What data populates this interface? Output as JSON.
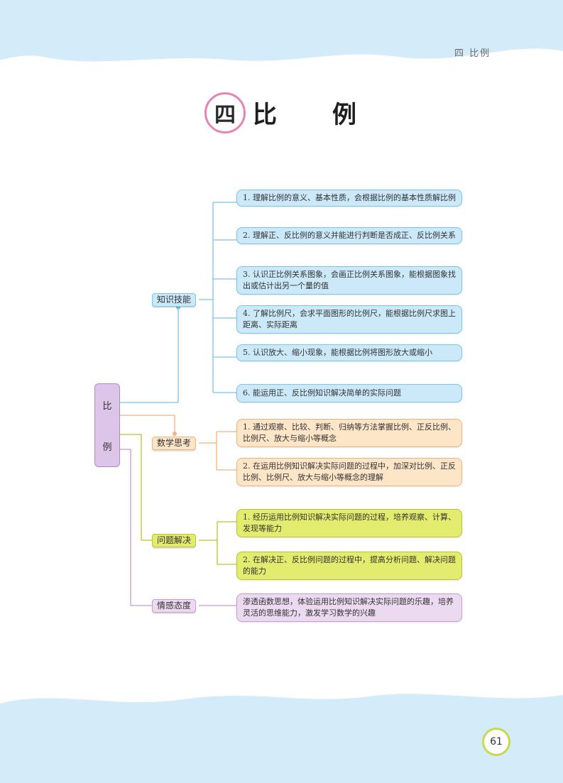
{
  "header": {
    "chapter": "四  比例"
  },
  "title": {
    "badge": "四",
    "char1": "比",
    "char2": "例"
  },
  "root": {
    "char1": "比",
    "char2": "例"
  },
  "branches": [
    {
      "label": "知识技能",
      "items": [
        "1. 理解比例的意义、基本性质，会根据比例的基本性质解比例",
        "2. 理解正、反比例的意义并能进行判断是否成正、反比例关系",
        "3. 认识正比例关系图象，会画正比例关系图象，能根据图象找出或估计出另一个量的值",
        "4. 了解比例尺，会求平面图形的比例尺，能根据比例尺求图上距离、实际距离",
        "5. 认识放大、缩小现象，能根据比例将图形放大或缩小",
        "6. 能运用正、反比例知识解决简单的实际问题"
      ]
    },
    {
      "label": "数学思考",
      "items": [
        "1. 通过观察、比较、判断、归纳等方法掌握比例、正反比例、比例尺、放大与缩小等概念",
        "2. 在运用比例知识解决实际问题的过程中，加深对比例、正反比例、比例尺、放大与缩小等概念的理解"
      ]
    },
    {
      "label": "问题解决",
      "items": [
        "1. 经历运用比例知识解决实际问题的过程，培养观察、计算、发现等能力",
        "2. 在解决正、反比例问题的过程中，提高分析问题、解决问题的能力"
      ]
    },
    {
      "label": "情感态度",
      "items": [
        "渗透函数思想，体验运用比例知识解决实际问题的乐趣，培养灵活的思维能力，激发学习数学的兴趣"
      ]
    }
  ],
  "page_number": "61",
  "colors": {
    "sky": "#d4ecfa",
    "blue": "#7cc4ea",
    "orange": "#f2b47f",
    "yellow": "#b9c52e",
    "purple": "#c79bd3"
  }
}
